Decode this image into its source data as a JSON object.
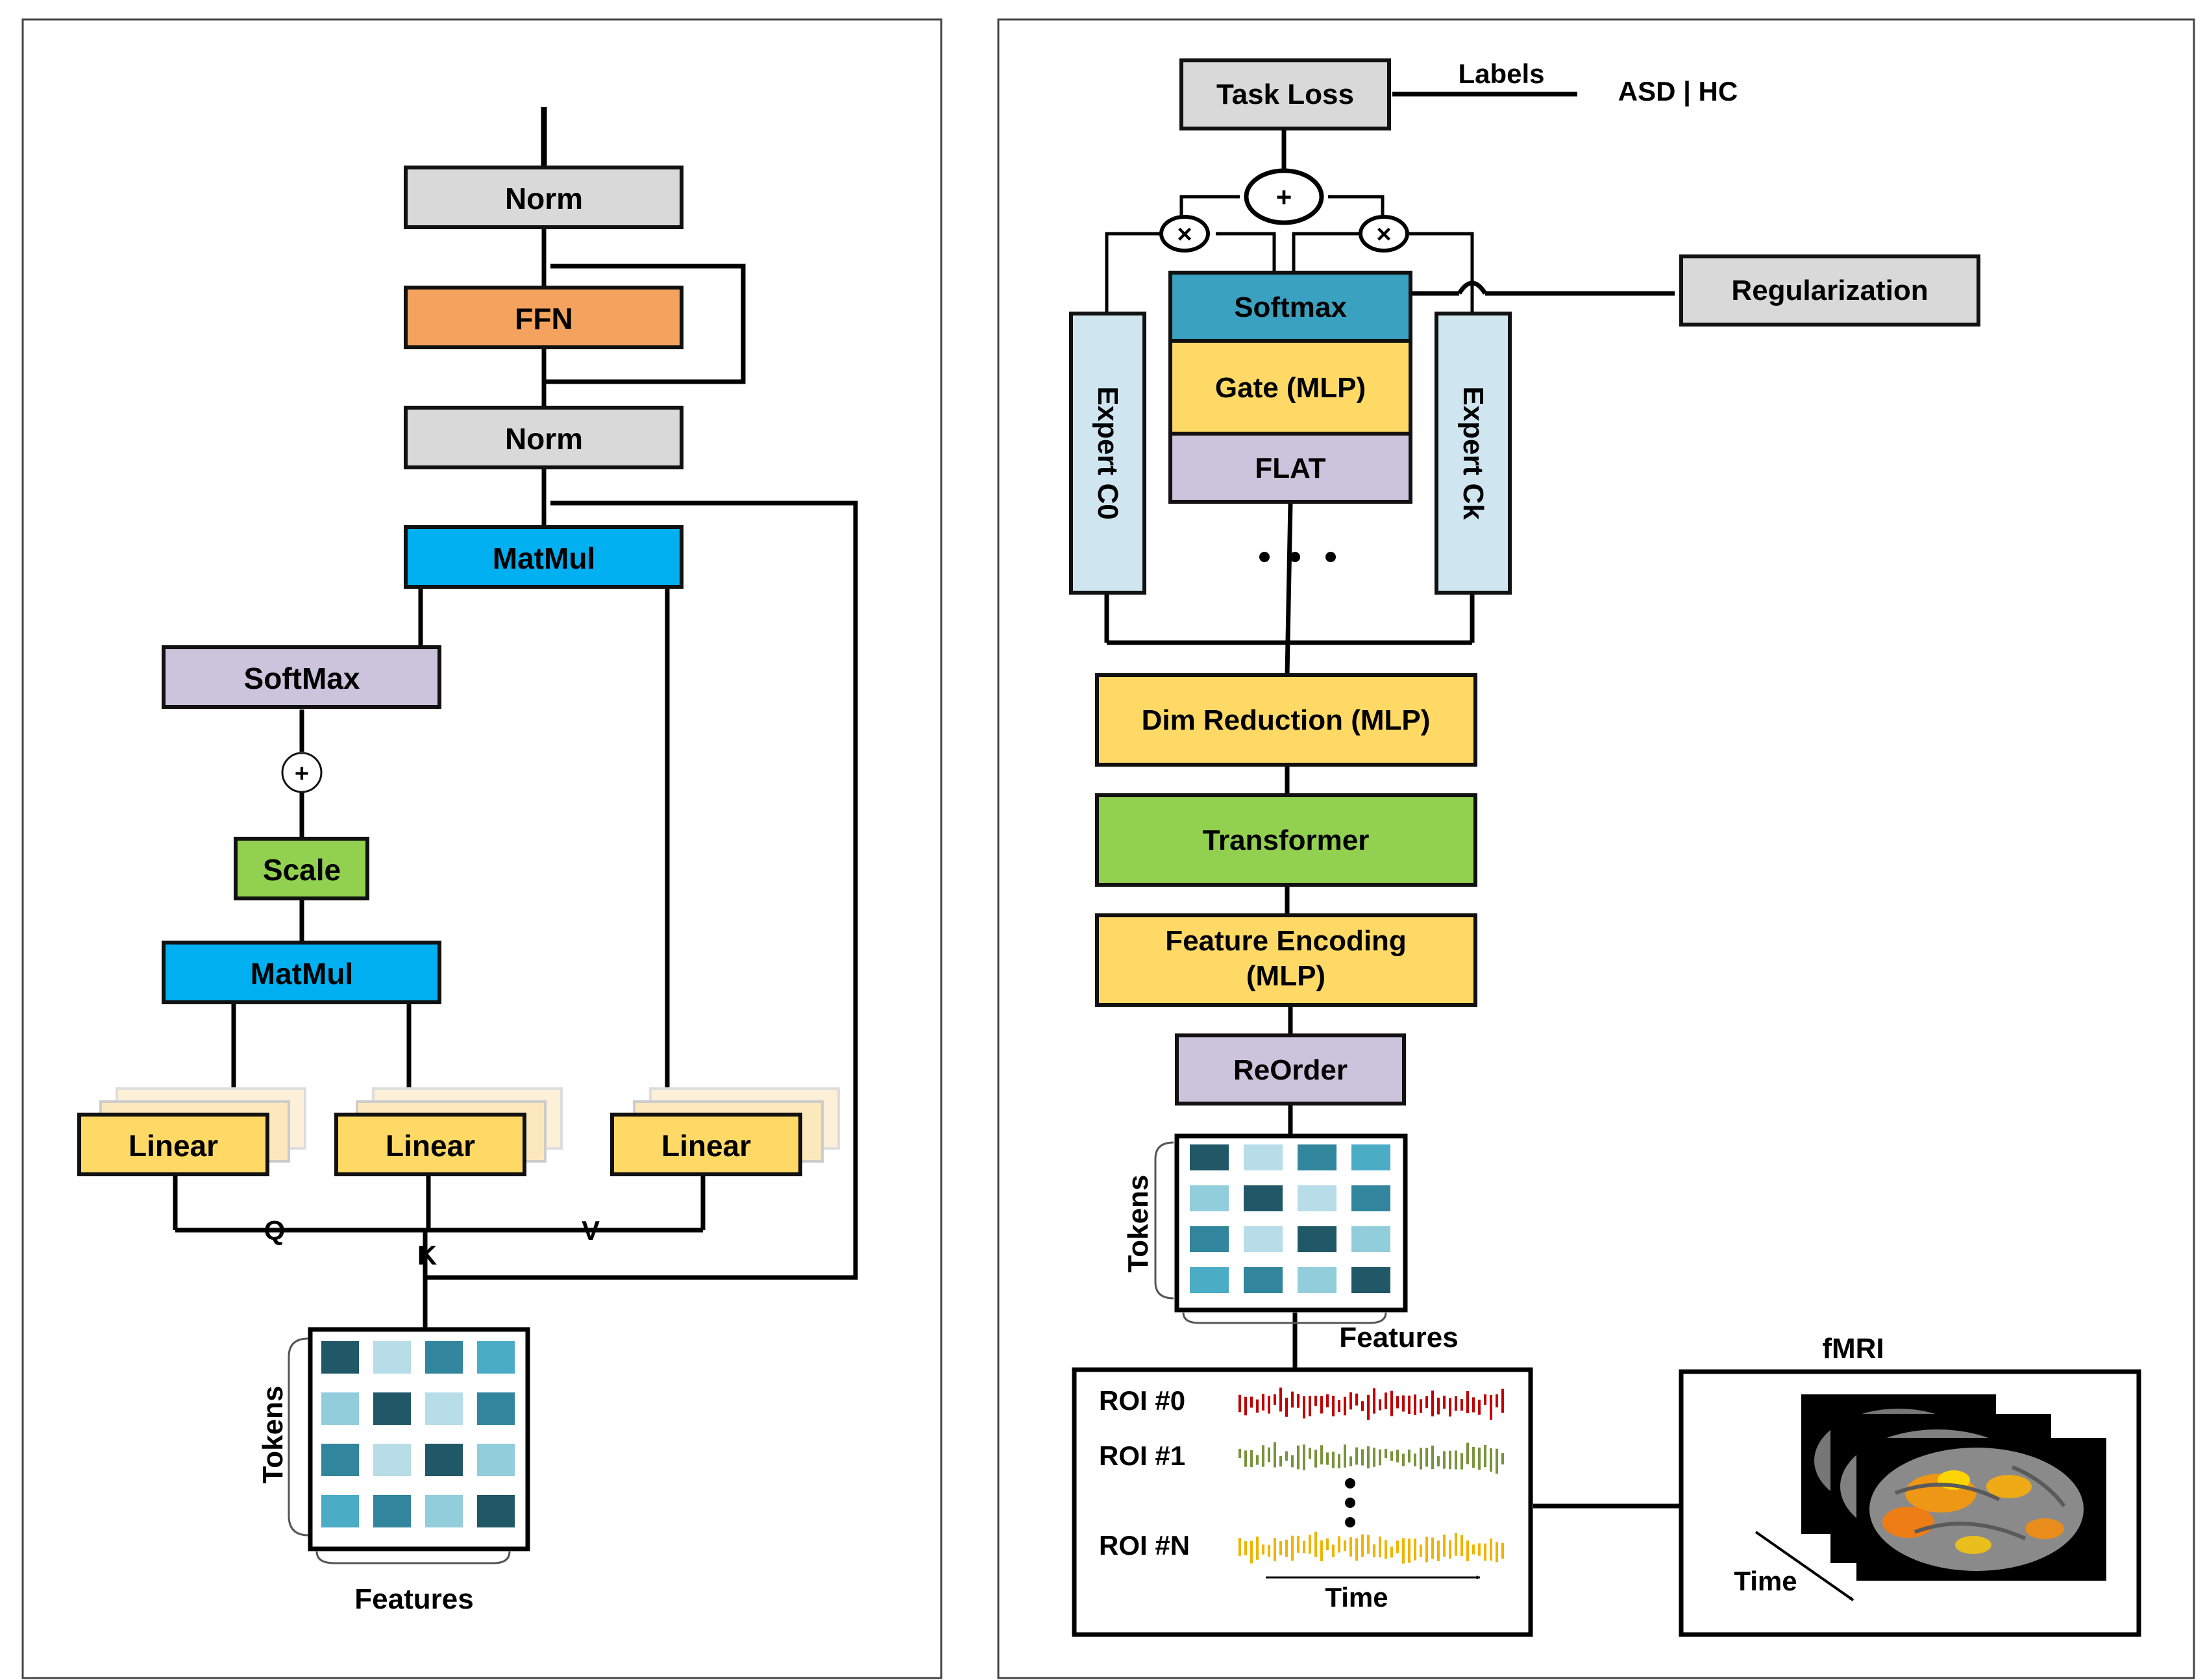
{
  "colors": {
    "gray": "#d9d9d9",
    "orange": "#f4a35f",
    "blue": "#00b0f0",
    "purple": "#ccc3dc",
    "green": "#92d050",
    "yellow": "#ffd966",
    "teal": "#3aa1c0",
    "light_blue": "#cfe6f0"
  },
  "left": {
    "norm_top": "Norm",
    "ffn": "FFN",
    "norm_mid": "Norm",
    "matmul_top": "MatMul",
    "softmax": "SoftMax",
    "plus": "+",
    "scale": "Scale",
    "matmul_bottom": "MatMul",
    "linear_q": "Linear",
    "linear_k": "Linear",
    "linear_v": "Linear",
    "q": "Q",
    "k": "K",
    "v": "V",
    "tokens": "Tokens",
    "features": "Features"
  },
  "right": {
    "task_loss": "Task Loss",
    "labels": "Labels",
    "asd_hc": "ASD | HC",
    "plus": "+",
    "times": "×",
    "softmax": "Softmax",
    "gate": "Gate (MLP)",
    "flat": "FLAT",
    "regularization": "Regularization",
    "expert_c0": "Expert C0",
    "expert_ck": "Expert Ck",
    "dim_reduction": "Dim Reduction (MLP)",
    "transformer": "Transformer",
    "feature_encoding_1": "Feature Encoding",
    "feature_encoding_2": "(MLP)",
    "reorder": "ReOrder",
    "tokens": "Tokens",
    "features": "Features",
    "roi0": "ROI #0",
    "roi1": "ROI #1",
    "roin": "ROI #N",
    "time_roi": "Time",
    "fmri": "fMRI",
    "time_fmri": "Time"
  }
}
